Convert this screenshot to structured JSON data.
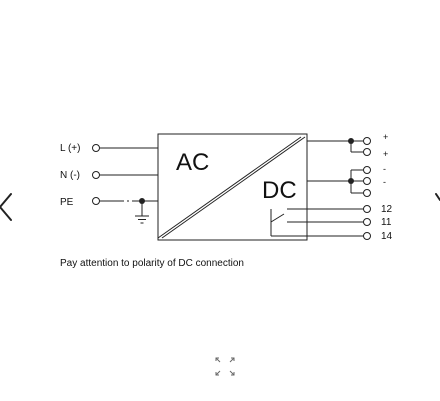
{
  "diagram": {
    "inputs": [
      "L (+)",
      "N (-)",
      "PE"
    ],
    "block_top_label": "AC",
    "block_bottom_label": "DC",
    "outputs": [
      "+",
      "+",
      "-",
      "-",
      "12",
      "11",
      "14"
    ],
    "caption": "Pay attention to polarity of DC connection"
  },
  "viewer": {
    "prev_icon": "chevron-left-icon",
    "next_icon": "chevron-right-icon",
    "fullscreen_icon": "fullscreen-expand-icon"
  }
}
